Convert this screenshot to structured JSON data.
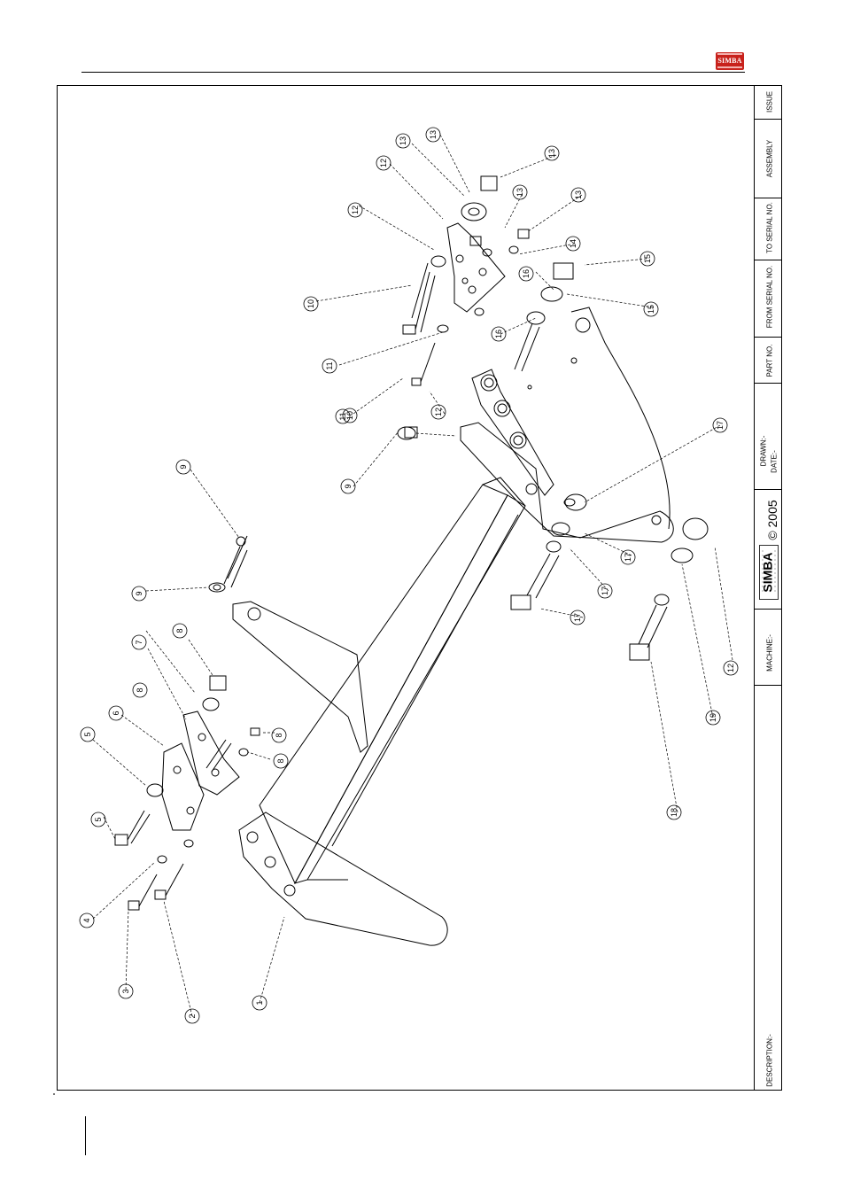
{
  "document": {
    "brand": "SIMBA",
    "title_block": {
      "issue_label": "ISSUE",
      "assembly_label": "ASSEMBLY",
      "to_serial_label": "TO SERIAL NO.",
      "from_serial_label": "FROM SERIAL NO.",
      "part_no_label": "PART NO.",
      "drawn_label": "DRAWN:-",
      "date_label": "DATE:-",
      "logo_text": "SIMBA",
      "copyright": "© 2005",
      "machine_label": "MACHINE:-",
      "description_label": "DESCRIPTION:-"
    },
    "callouts": [
      "1",
      "2",
      "3",
      "4",
      "5",
      "5",
      "6",
      "7",
      "8",
      "8",
      "8",
      "8",
      "9",
      "9",
      "9",
      "10",
      "10",
      "11",
      "11",
      "12",
      "12",
      "12",
      "13",
      "13",
      "13",
      "13",
      "13",
      "14",
      "15",
      "15",
      "16",
      "16",
      "17",
      "17",
      "17",
      "17",
      "18",
      "19"
    ]
  }
}
